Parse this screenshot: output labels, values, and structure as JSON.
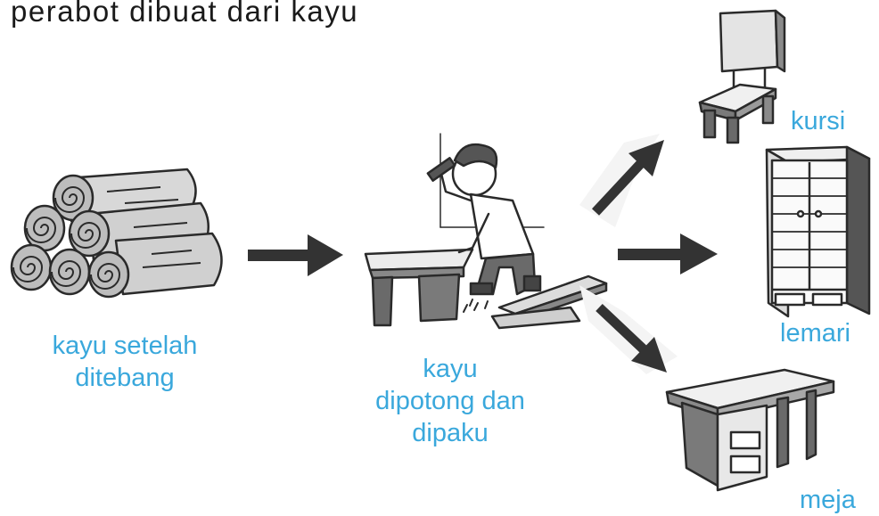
{
  "title": "perabot dibuat dari kayu",
  "stages": {
    "logs": {
      "label_line1": "kayu setelah",
      "label_line2": "ditebang"
    },
    "processing": {
      "label_line1": "kayu",
      "label_line2": "dipotong dan",
      "label_line3": "dipaku"
    },
    "products": {
      "chair": "kursi",
      "wardrobe": "lemari",
      "desk": "meja"
    }
  },
  "colors": {
    "label": "#3aa8dc",
    "arrow": "#333333",
    "title": "#1a1a1a"
  }
}
